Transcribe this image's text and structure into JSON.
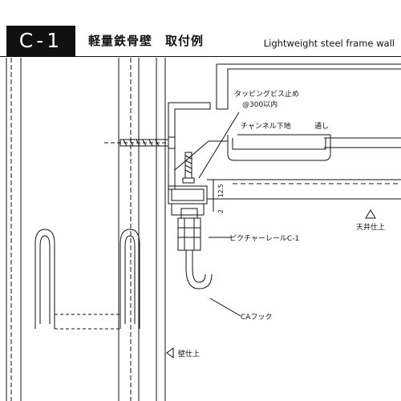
{
  "header": {
    "code": "C-1",
    "title_ja": "軽量鉄骨壁　取付例",
    "title_en": "Lightweight steel frame wall"
  },
  "labels": {
    "tapping_screw_line1": "タッピングビス止め",
    "tapping_screw_line2": "@300以内",
    "channel_base": "チャンネル下地",
    "through": "通し",
    "dimension_12_5": "12.5",
    "dimension_2": "2",
    "ceiling_finish": "天井仕上",
    "picture_rail": "ピクチャーレールC-1",
    "ca_hook": "CAフック",
    "wall_finish": "壁仕上"
  }
}
